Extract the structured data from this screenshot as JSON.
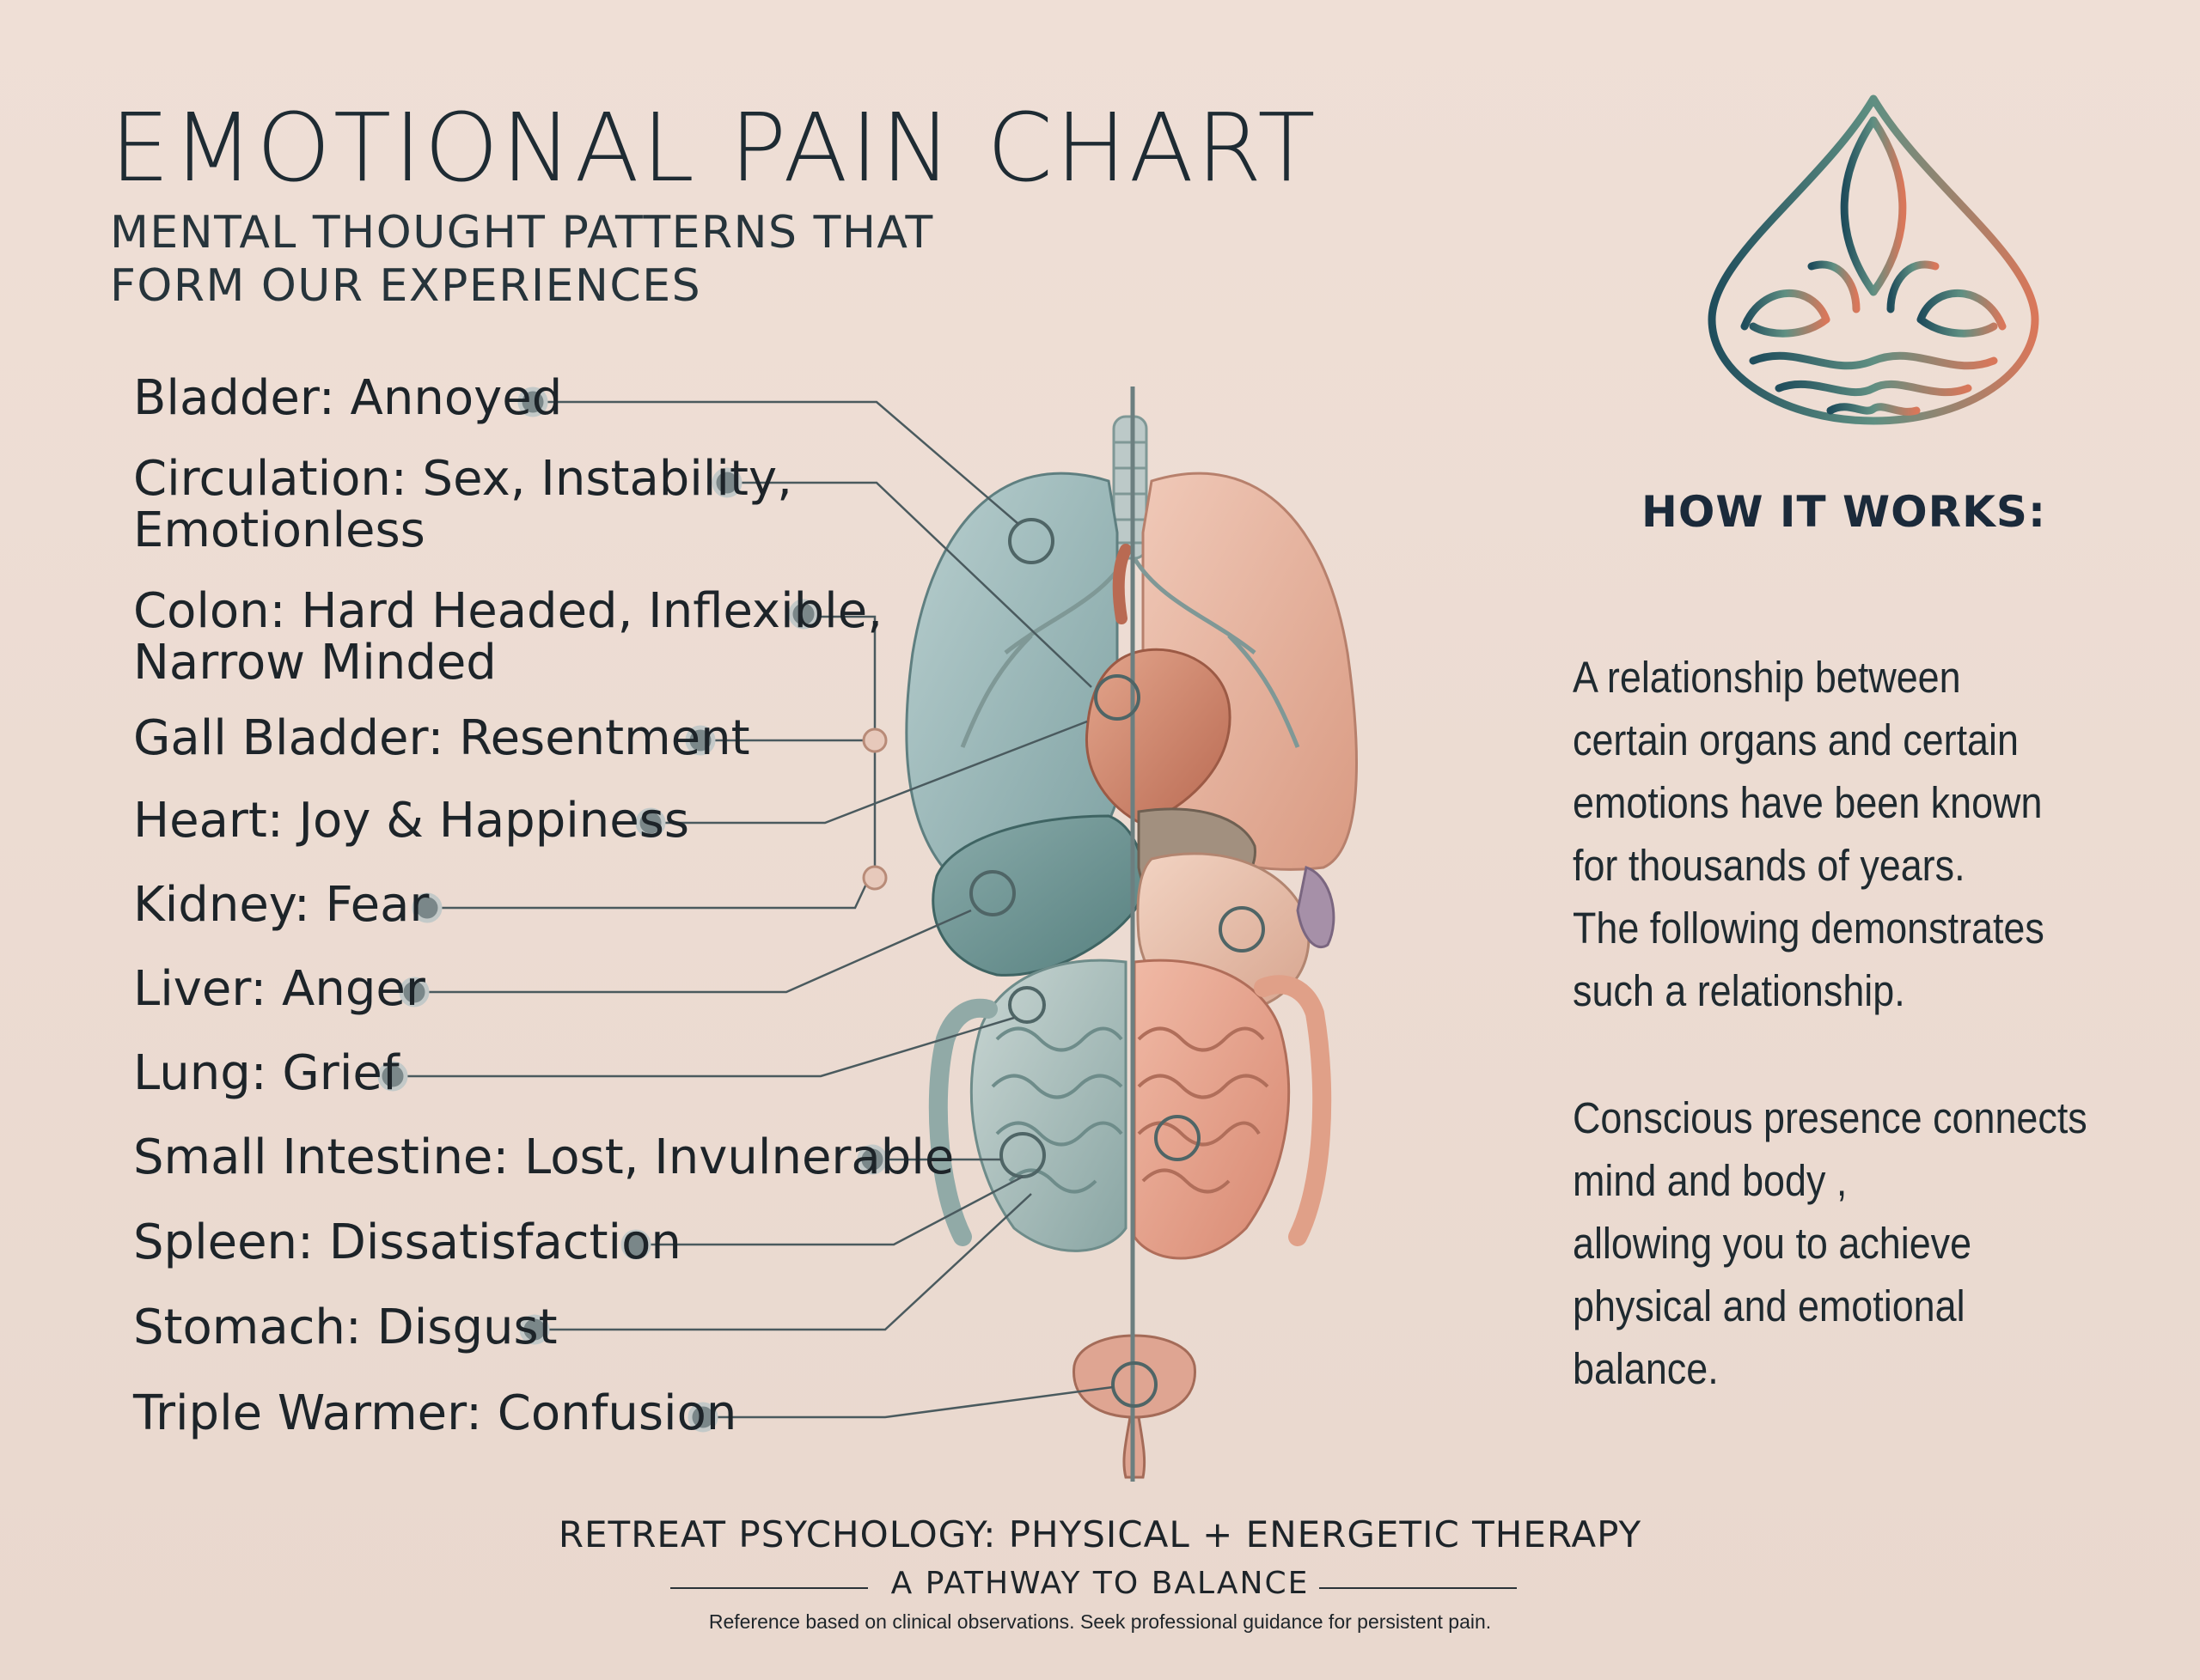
{
  "header": {
    "title": "EMOTIONAL PAIN CHART",
    "subtitle_line1": "MENTAL THOUGHT PATTERNS THAT",
    "subtitle_line2": "FORM OUR EXPERIENCES"
  },
  "organs": [
    {
      "line1": "Bladder: Annoyed",
      "line2": ""
    },
    {
      "line1": "Circulation: Sex, Instability,",
      "line2": "Emotionless"
    },
    {
      "line1": "Colon: Hard Headed, Inflexible,",
      "line2": "Narrow Minded"
    },
    {
      "line1": "Gall Bladder: Resentment",
      "line2": ""
    },
    {
      "line1": "Heart: Joy & Happiness",
      "line2": ""
    },
    {
      "line1": "Kidney: Fear",
      "line2": ""
    },
    {
      "line1": "Liver: Anger",
      "line2": ""
    },
    {
      "line1": "Lung: Grief",
      "line2": ""
    },
    {
      "line1": "Small Intestine: Lost, Invulnerable",
      "line2": ""
    },
    {
      "line1": "Spleen: Dissatisfaction",
      "line2": ""
    },
    {
      "line1": "Stomach: Disgust",
      "line2": ""
    },
    {
      "line1": "Triple Warmer: Confusion",
      "line2": ""
    }
  ],
  "how_it_works": {
    "title": "HOW IT WORKS:",
    "paragraph1": "A relationship between\ncertain organs and certain\nemotions have been known\nfor thousands of years.\nThe following demonstrates\nsuch a relationship.",
    "paragraph2": "Conscious presence connects\nmind and body ,\nallowing you to achieve\nphysical and emotional balance."
  },
  "footer": {
    "main": "RETREAT PSYCHOLOGY: PHYSICAL + ENERGETIC THERAPY",
    "sub": "A PATHWAY TO BALANCE",
    "disclaimer": "Reference based on clinical observations. Seek professional guidance for persistent pain."
  },
  "icons": {
    "logo": "water-drop-leaf-logo-icon",
    "connector": "label-dot-icon",
    "diagram": "human-organs-illustration"
  },
  "colors": {
    "background": "#ecdcd3",
    "text": "#1e2b33",
    "teal": "#3f6a70",
    "coral": "#d98970"
  }
}
